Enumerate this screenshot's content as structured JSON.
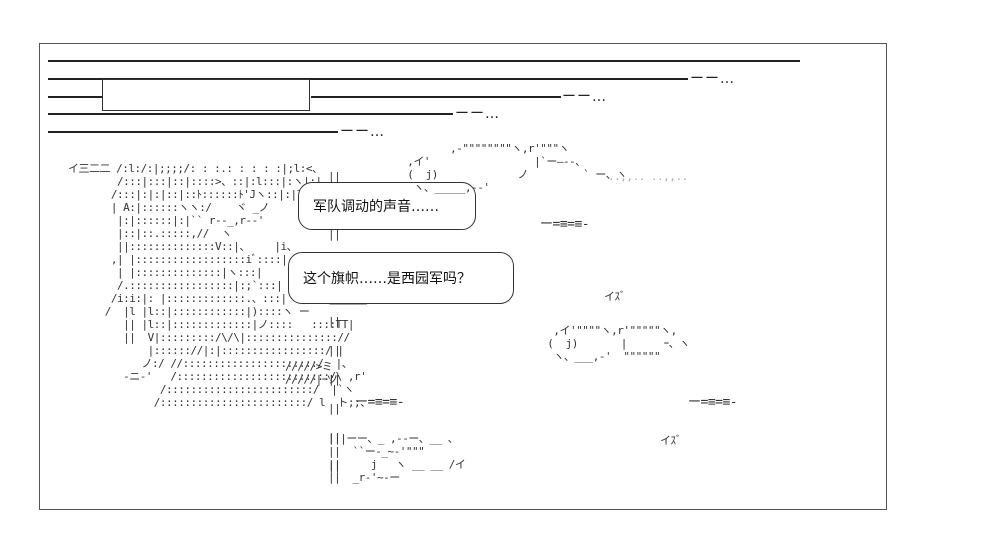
{
  "bubbles": {
    "first": "军队调动的声音……",
    "second": "这个旗帜……是西园军吗？"
  },
  "top_lines": {
    "line2_tail": "ーー…",
    "line3_tail": "ーー…",
    "line4_tail": "ーー…",
    "line5_tail": "ーー…"
  },
  "art": {
    "left_figure": "イ三二二 /:l:/:|;;;;/: : :.: : : : :|;l:<、\n        /:::|:::|::|::::>、::|:l:::|:ヽ|:|\n       /:::|:|:|::|::ﾄ::::::ﾄ'Jヽ::|:|l:く\n       | A:|::::::ヽヽ:/    ヾ _ノ\n        |:|::::::|:|`` r--_,r--'\n        |::|::.:::::,//  ヽ\n        ||::::::::::::::V::|、    |i、\n       ,| |::::::::::::::::::iﾞ::::| -- |:::ヽ\n        | |::::::::::::::|ヽ:::|    | ::::ノ\n        /.:::::::::::::::::|:;`:::|     |:::/\n       /i:i:|: |:::::::::::::.、:::|    >-L______\n      /  |l |l::|::::::::::::|)::::ヽ ー\n         || |l::|:::::::::::::|ノ::::   ::::TT|\n         ||  V|:::::::::/\\/\\|::::::::::::::://\n             |:::::://|:|:::::::::::::::::/ |\n            ノ:/ //::::::::::::::::::::::/  |、\n         -ニ-'   /:::::::::::::::::::::::::/\\ ,r'\n               /::::::::::::::::::::::::/  |`ヽ\n              /::::::::::::::::::::::::/ l  ト;;、",
    "mid_posts": "||\n|l\n||\n||\n||\n||\n||\n||\n||\n||\n||",
    "right_top": "         ,-\"\"\"\"\"\"\"\"ヽ,r'\"\"\"ヽ\n  ,イ'                 |`ー―--、\n  (  j)             ノ         ` ー、ヽ\n   ヽ、_____,--'",
    "right_mid": "   ,イ'\"\"\"\"ヽ,r'\"\"\"\"\"ヽ,\n  (  j)       |      ｰ、ヽ\n   ヽ、___,-'  \"\"\"\"\"\"",
    "right_low": "|||ーー、_ ,--ー、__ 、\n||  ``ー-_~-'\"\"\"\n||     j   ヽ __ __ /イ\n||  _r-'~-ー",
    "arrows": "ー=≡=≡-",
    "arrow_text1": "ー=≡=≡-",
    "arrow_text2": "ー=≡=≡-",
    "arrow_text3": "ー=≡=≡-",
    "slash_mark": "/////>ミ\n/////|ｰツ",
    "small_iz": "イｽﾞ",
    "small_iz2": "イｽﾞ",
    "ghost_marks": "..,,.. ..,,.."
  }
}
